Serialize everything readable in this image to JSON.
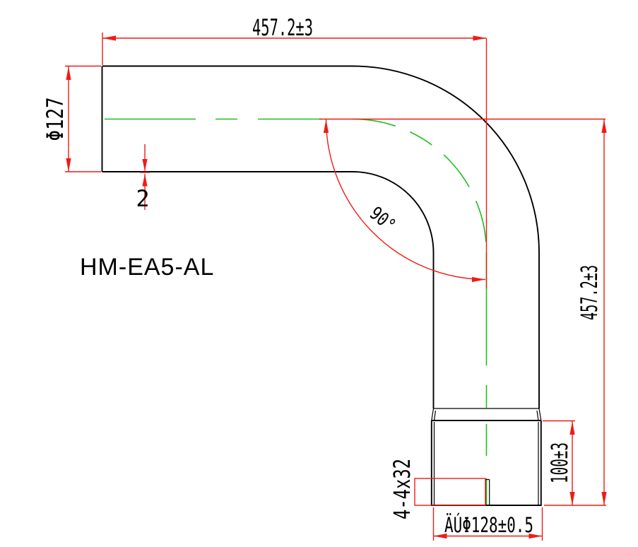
{
  "drawing": {
    "part_number": "HM-EA5-AL",
    "type": "90-degree elbow pipe, 2D CAD drawing",
    "dimensions": {
      "top_length": "457.2±3",
      "right_length": "457.2±3",
      "pipe_diameter": "Φ127",
      "wall_thickness": "2",
      "bend_angle": "90°",
      "cuff_length": "100±3",
      "slot_spec": "4-4x32",
      "flare_diameter": "ÄÚΦ128±0.5"
    },
    "colors": {
      "dimension_red": "#ed1c16",
      "centerline_green": "#1fbe1f",
      "outline_black": "#000000",
      "background": "#ffffff"
    }
  }
}
